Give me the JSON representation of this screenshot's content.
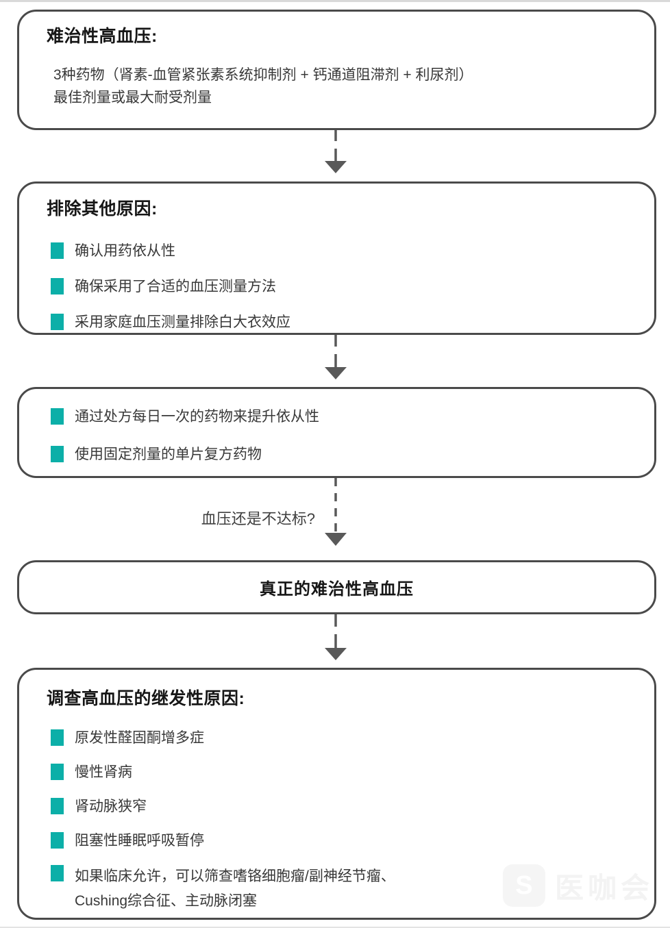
{
  "colors": {
    "box_border": "#4a4a4a",
    "bullet_teal": "#0cafa8",
    "arrow_gray": "#595959",
    "title_text": "#161616",
    "body_text": "#383838"
  },
  "flowchart": {
    "box1": {
      "title": "难治性高血压:",
      "lines": [
        "3种药物（肾素-血管紧张素系统抑制剂 + 钙通道阻滞剂 + 利尿剂）",
        "最佳剂量或最大耐受剂量"
      ]
    },
    "box2": {
      "title": "排除其他原因:",
      "items": [
        "确认用药依从性",
        "确保采用了合适的血压测量方法",
        "采用家庭血压测量排除白大衣效应"
      ]
    },
    "box3": {
      "items": [
        "通过处方每日一次的药物来提升依从性",
        "使用固定剂量的单片复方药物"
      ]
    },
    "decision_label": "血压还是不达标?",
    "box4": {
      "title": "真正的难治性高血压"
    },
    "box5": {
      "title": "调查高血压的继发性原因:",
      "items": [
        "原发性醛固酮增多症",
        "慢性肾病",
        "肾动脉狭窄",
        "阻塞性睡眠呼吸暂停",
        "如果临床允许，可以筛查嗜铬细胞瘤/副神经节瘤、\nCushing综合征、主动脉闭塞"
      ]
    }
  },
  "watermark": {
    "text": "医咖会"
  }
}
